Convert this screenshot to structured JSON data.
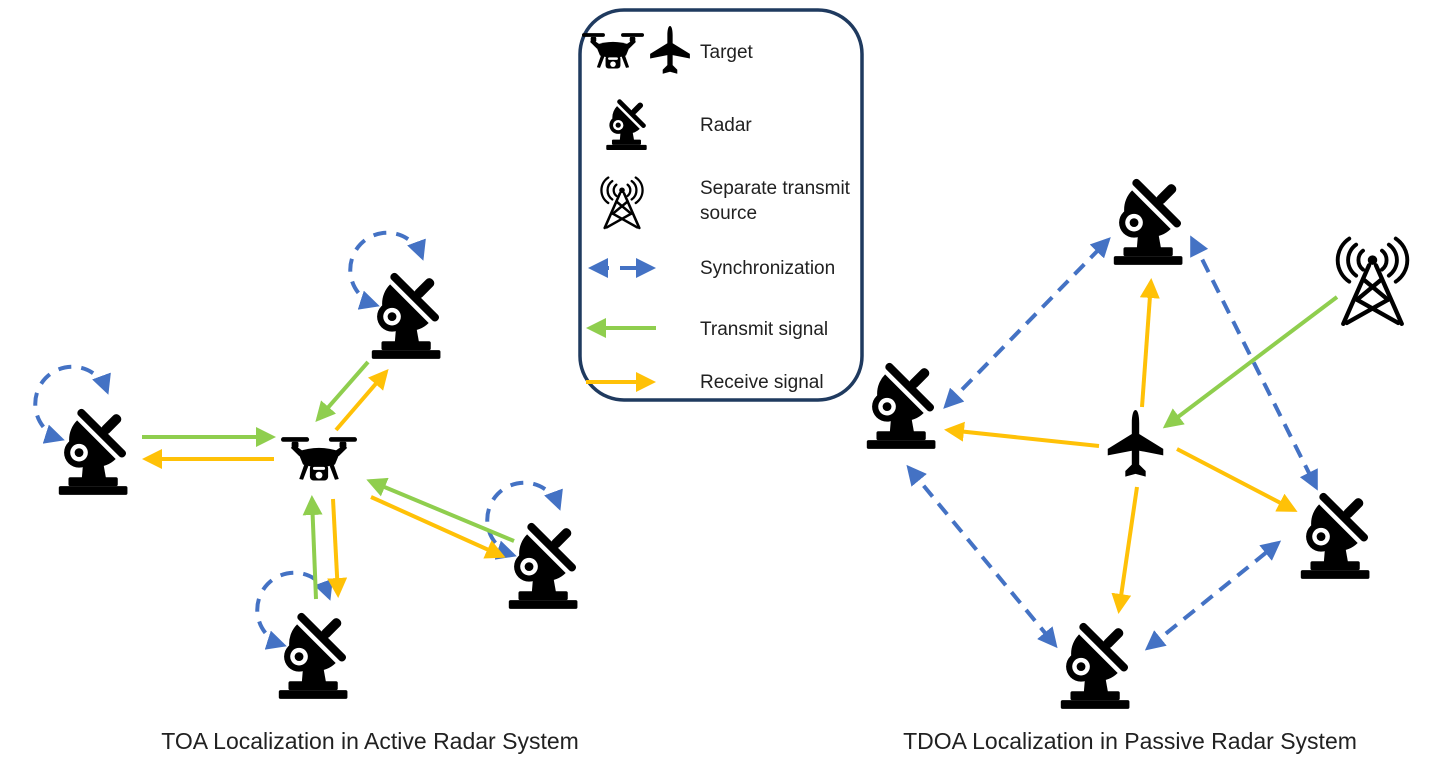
{
  "colors": {
    "sync_blue": "#4472C4",
    "transmit_green": "#8FCE4E",
    "receive_yellow": "#FFC107",
    "legend_border": "#1F3A5F",
    "icon_black": "#000000",
    "text_color": "#212121"
  },
  "legend": {
    "items": [
      {
        "label": "Target",
        "icons": [
          "drone-icon",
          "airplane-icon"
        ]
      },
      {
        "label": "Radar",
        "icons": [
          "radar-icon"
        ]
      },
      {
        "label": "Separate transmit source",
        "icons": [
          "transmit-tower-icon"
        ]
      },
      {
        "label": "Synchronization",
        "icons": [
          "sync-arrow-blue-dashed"
        ]
      },
      {
        "label": "Transmit signal",
        "icons": [
          "transmit-arrow-green"
        ]
      },
      {
        "label": "Receive signal",
        "icons": [
          "receive-arrow-yellow"
        ]
      }
    ]
  },
  "left_diagram": {
    "caption": "TOA Localization in Active Radar System",
    "target": "drone",
    "nodes": [
      "radar-left",
      "radar-top",
      "radar-right",
      "radar-bottom"
    ],
    "links": [
      "each radar has dashed blue self-synchronization loop",
      "green transmit arrow from each radar to drone",
      "yellow receive arrow from drone back to each radar"
    ]
  },
  "right_diagram": {
    "caption": "TDOA Localization in Passive Radar System",
    "target": "airplane",
    "nodes": [
      "radar-top",
      "radar-left",
      "radar-right",
      "radar-bottom",
      "separate-transmit-tower"
    ],
    "links": [
      "dashed blue synchronization arrows between radar pairs",
      "green transmit arrow from tower to airplane",
      "yellow receive arrows from airplane to each radar"
    ]
  }
}
